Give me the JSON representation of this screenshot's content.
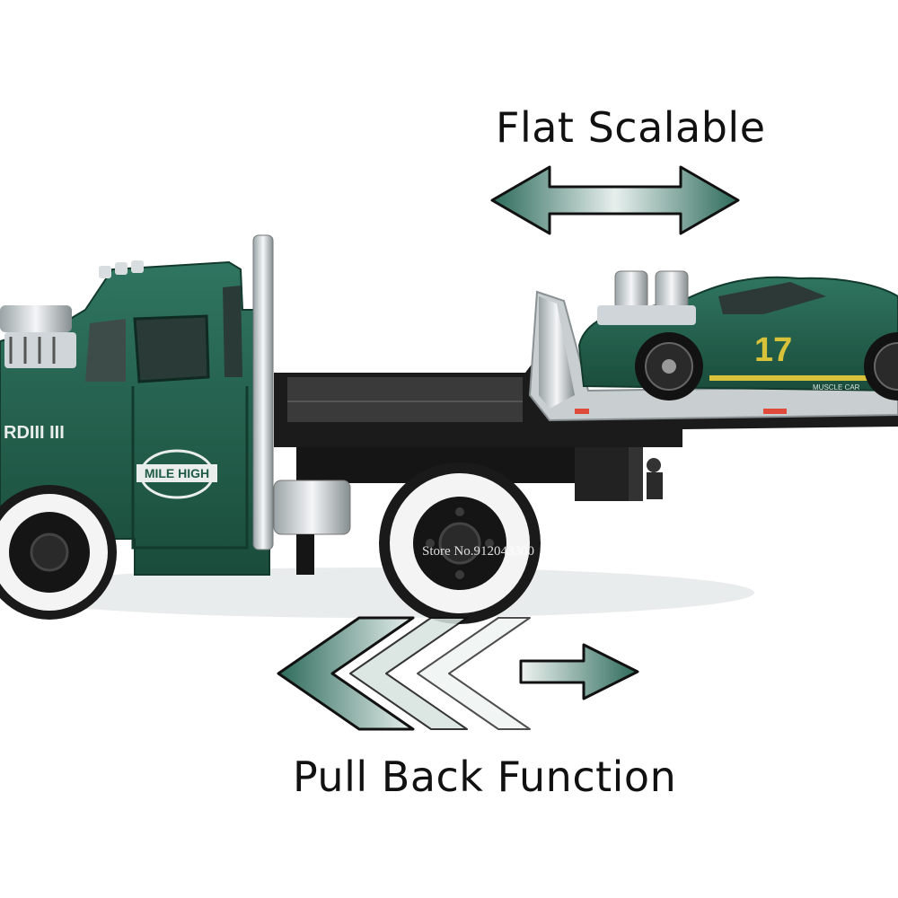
{
  "labels": {
    "flat_scalable": "Flat Scalable",
    "pull_back_function": "Pull Back Function",
    "watermark": "Store No.912043300"
  },
  "truck": {
    "cab_badge": "MILE HIGH",
    "door_text": "RDIII III",
    "body_color": "#1f5a45"
  },
  "car": {
    "race_number": "17",
    "side_text": "MUSCLE CAR",
    "body_color": "#1f5a45",
    "accent_color": "#d8c23a"
  },
  "colors": {
    "arrow_dark": "#1f5a45",
    "arrow_light": "#e8f0ee"
  }
}
